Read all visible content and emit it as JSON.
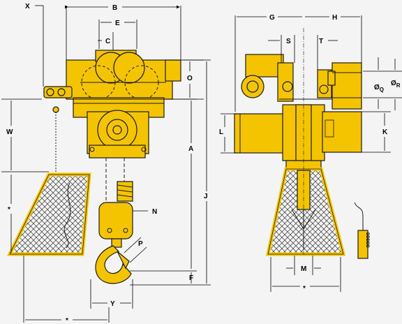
{
  "colors": {
    "background": "#f4f4f4",
    "body": "#f5c400",
    "outline": "#1a1a1a"
  },
  "dimension_labels": {
    "X": "X",
    "B": "B",
    "E": "E",
    "C": "C",
    "O": "O",
    "W": "W",
    "A": "A",
    "J": "J",
    "N": "N",
    "P": "P",
    "F": "F",
    "Y": "Y",
    "star_left": "*",
    "star_bottom": "*",
    "G": "G",
    "H": "H",
    "S": "S",
    "T": "T",
    "L": "L",
    "K": "K",
    "M": "M",
    "star_right": "*"
  },
  "diameter_labels": {
    "Q": {
      "symbol": "Ø",
      "sub": "Q"
    },
    "R": {
      "symbol": "Ø",
      "sub": "R"
    }
  },
  "pendant_text": "DDDDD"
}
